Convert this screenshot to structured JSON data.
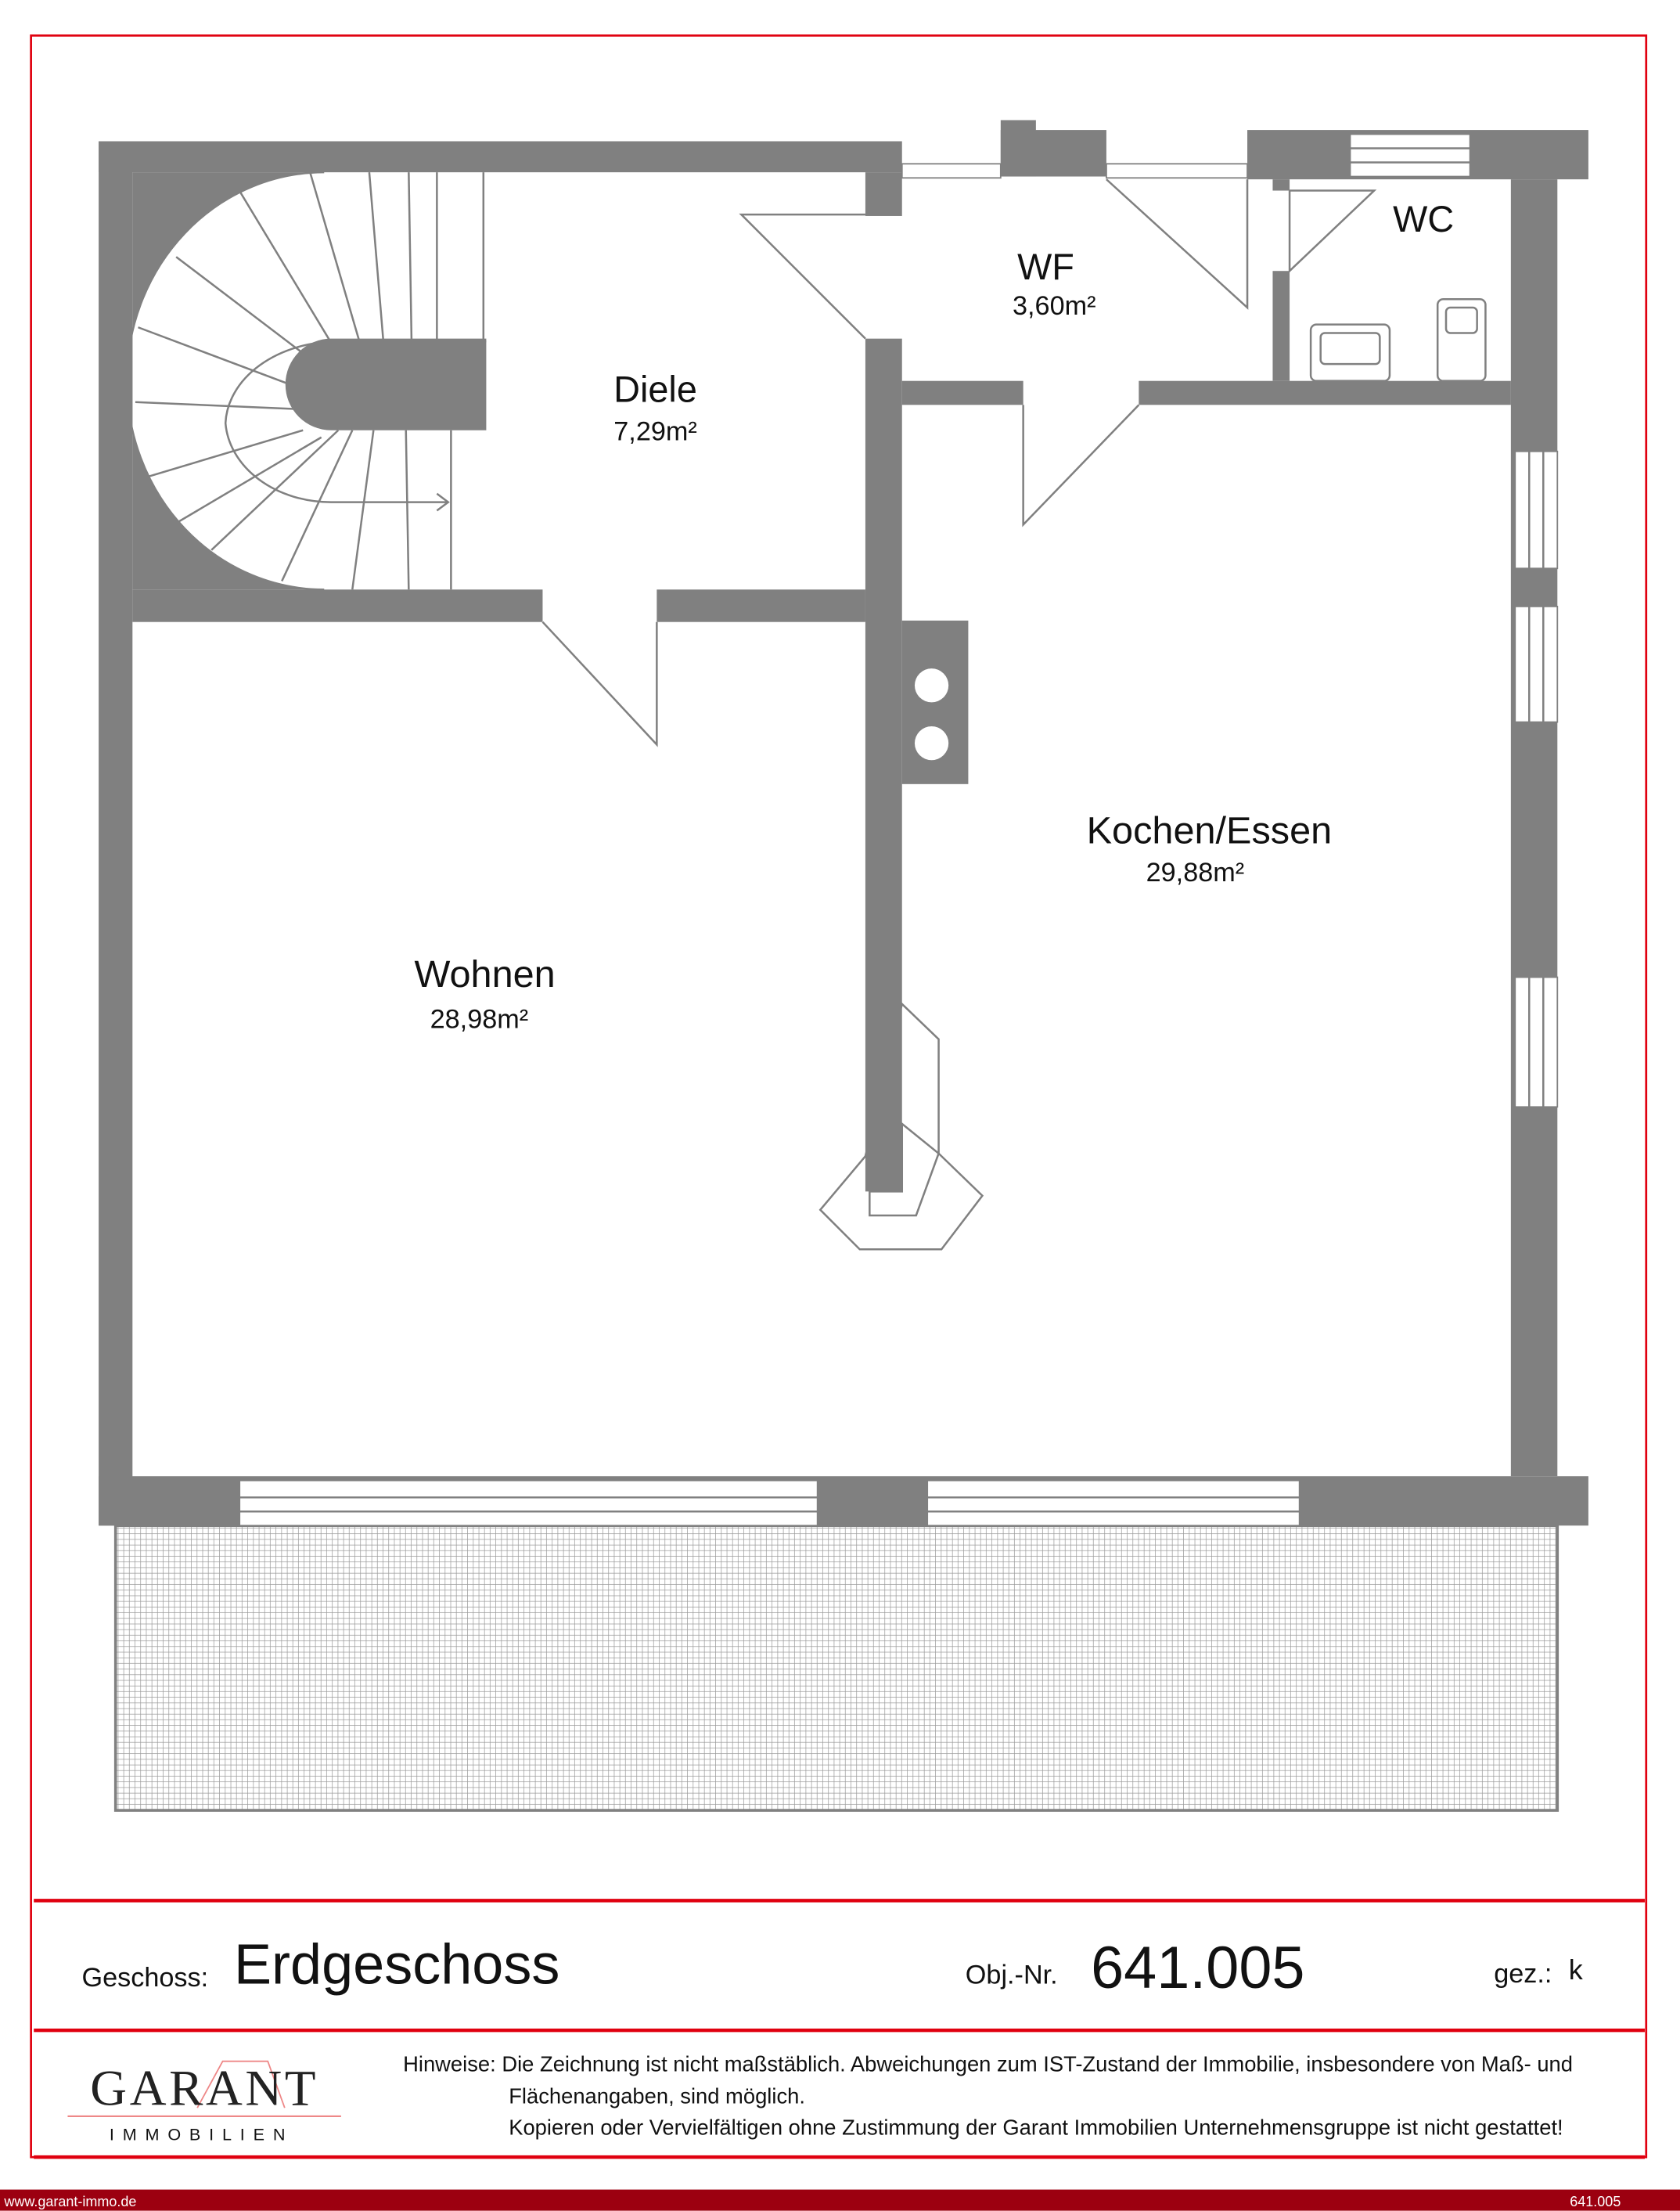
{
  "plan": {
    "rooms": [
      {
        "name": "Diele",
        "area": "7,29m²"
      },
      {
        "name": "WF",
        "area": "3,60m²"
      },
      {
        "name": "WC",
        "area": ""
      },
      {
        "name": "Kochen/Essen",
        "area": "29,88m²"
      },
      {
        "name": "Wohnen",
        "area": "28,98m²"
      }
    ]
  },
  "title_block": {
    "floor_label": "Geschoss:",
    "floor_value": "Erdgeschoss",
    "object_label": "Obj.-Nr.",
    "object_value": "641.005",
    "drawn_label": "gez.:",
    "drawn_value": "k"
  },
  "logo": {
    "name": "GARANT",
    "sub": "IMMOBILIEN"
  },
  "notes": {
    "line1": "Hinweise: Die Zeichnung ist nicht maßstäblich. Abweichungen zum IST-Zustand der Immobilie, insbesondere von Maß- und",
    "line2": "Flächenangaben, sind möglich.",
    "line3": "Kopieren oder Vervielfältigen ohne Zustimmung der Garant Immobilien Unternehmensgruppe ist nicht gestattet!"
  },
  "footer": {
    "website": "www.garant-immo.de",
    "object_number": "641.005"
  },
  "colors": {
    "accent": "#e0000f",
    "footer": "#9c0010",
    "wall": "#808080"
  }
}
